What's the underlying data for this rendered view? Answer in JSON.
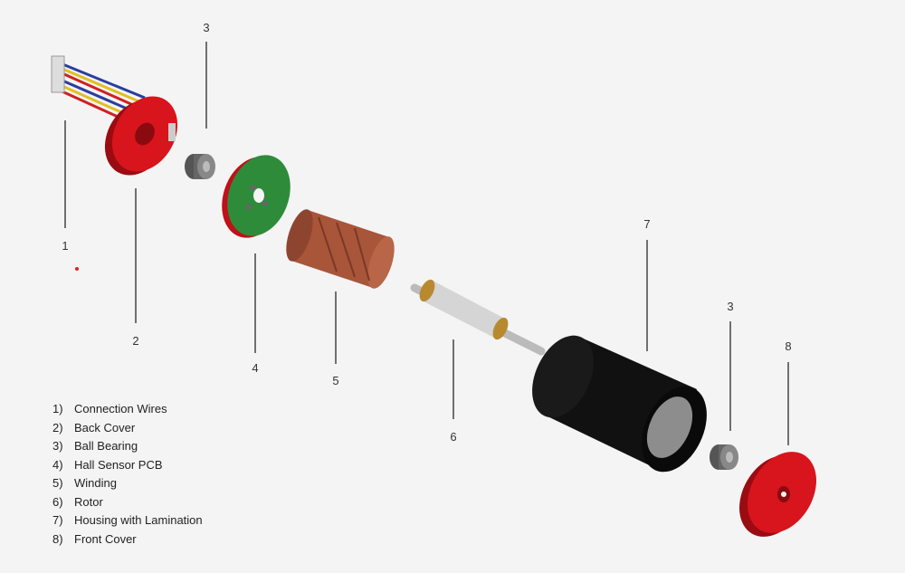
{
  "callouts": [
    "1",
    "2",
    "3",
    "4",
    "5",
    "6",
    "7",
    "3",
    "8"
  ],
  "legend": [
    {
      "num": "1)",
      "label": "Connection Wires"
    },
    {
      "num": "2)",
      "label": "Back Cover"
    },
    {
      "num": "3)",
      "label": "Ball Bearing"
    },
    {
      "num": "4)",
      "label": "Hall Sensor PCB"
    },
    {
      "num": "5)",
      "label": "Winding"
    },
    {
      "num": "6)",
      "label": "Rotor"
    },
    {
      "num": "7)",
      "label": "Housing with Lamination"
    },
    {
      "num": "8)",
      "label": "Front Cover"
    }
  ],
  "colors": {
    "background": "#f4f4f4",
    "cover": "#d8141c",
    "pcb": "#2e8b3a",
    "winding": "#a8553a",
    "housing": "#111111",
    "bearing": "#555555",
    "shaft": "#c9c9c9"
  }
}
